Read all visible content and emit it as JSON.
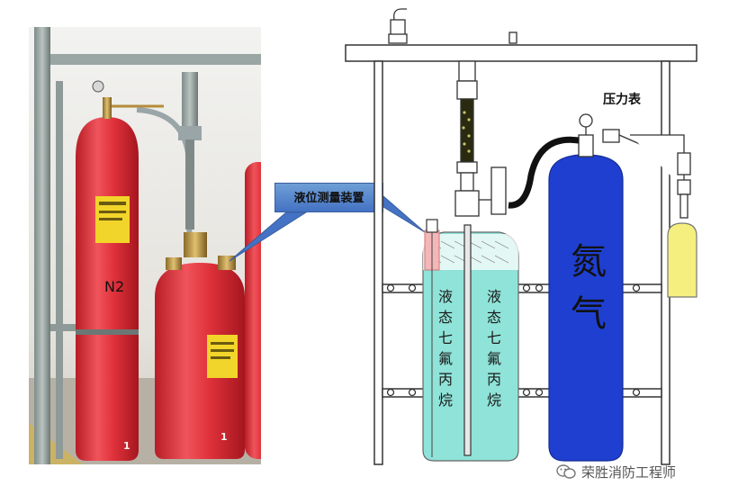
{
  "callout": {
    "text": "液位测量装置"
  },
  "pressure_gauge": {
    "label": "压力表"
  },
  "agent_tank": {
    "text_left": "液态七氟丙烷",
    "text_right": "液态七氟丙烷"
  },
  "nitrogen_tank": {
    "text": "氮气"
  },
  "photo": {
    "n2_label": "N2",
    "cylinder_num_left": "1",
    "cylinder_num_right": "1"
  },
  "watermark": {
    "text": "荣胜消防工程师",
    "icon": "wechat-icon"
  },
  "colors": {
    "agent_liquid": "#8fe3d8",
    "agent_level_marker": "#f4b7b7",
    "nitrogen_tank": "#1f3fd0",
    "small_tank": "#f5ef80",
    "callout_fill": "#4472c4",
    "cylinder_red": "#e53a42"
  }
}
